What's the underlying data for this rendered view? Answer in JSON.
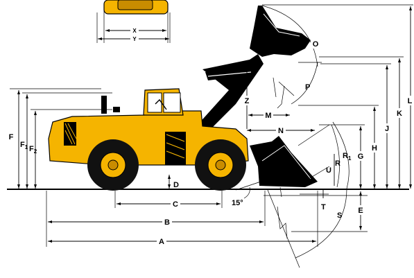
{
  "labels": {
    "A": "A",
    "B": "B",
    "C": "C",
    "D": "D",
    "E": "E",
    "F": "F",
    "F1": "F",
    "F1_sub": "1",
    "F2": "F",
    "F2_sub": "2",
    "G": "G",
    "H": "H",
    "J": "J",
    "K": "K",
    "L": "L",
    "M": "M",
    "N": "N",
    "O": "O",
    "P": "P",
    "R": "R",
    "R1": "R",
    "R1_sub": "1",
    "S": "S",
    "T": "T",
    "U": "U",
    "X": "X",
    "Y": "Y",
    "Z": "Z",
    "angle": "15°"
  },
  "colors": {
    "body": "#F5B400",
    "body_dark": "#C98C00",
    "bucket": "#000000",
    "tire": "#111111",
    "rim": "#F5B400",
    "ground": "#000000"
  }
}
